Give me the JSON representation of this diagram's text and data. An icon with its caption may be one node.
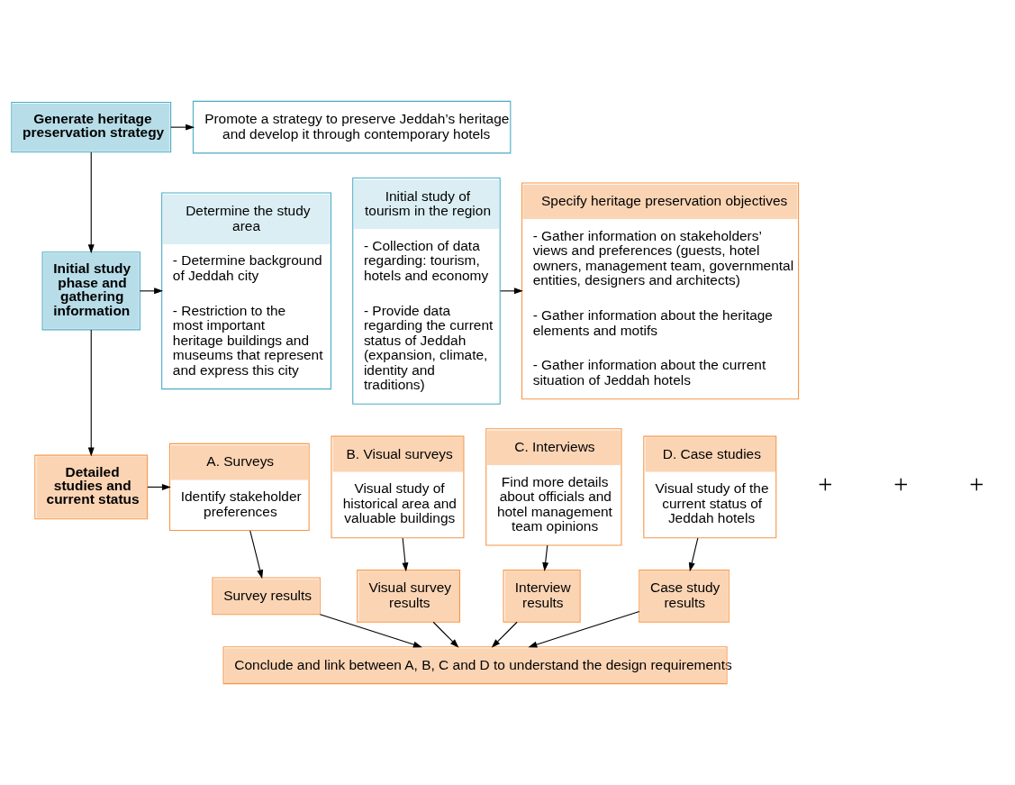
{
  "diagram": {
    "nodes": [
      {
        "text": [
          "Generate heritage preservation strategy"
        ]
      },
      {
        "text": [
          "Promote a strategy to preserve Jeddah’s heritage and develop it through contemporary hotels"
        ]
      },
      {
        "text": [
          "Initial study phase and gathering information"
        ]
      },
      {
        "text": [
          "Determine the study area",
          "- Determine background of Jeddah city",
          "- Restriction to the most important heritage buildings and museums that represent and express this city"
        ]
      },
      {
        "text": [
          "Initial study of tourism in the region",
          "- Collection of data regarding: tourism, hotels and economy",
          "- Provide data regarding the current status of Jeddah (expansion, climate, identity and traditions)"
        ]
      },
      {
        "text": [
          "Specify heritage preservation objectives",
          "- Gather information on stakeholders’ views and preferences (guests, hotel owners, management team, governmental entities, designers and architects)",
          "- Gather information about the heritage elements and motifs",
          "- Gather information about the current situation of Jeddah hotels"
        ]
      },
      {
        "text": [
          "Detailed studies and current status"
        ]
      },
      {
        "text": [
          "A. Surveys",
          "Identify stakeholder preferences"
        ]
      },
      {
        "text": [
          "B. Visual surveys",
          "Visual study of historical area and valuable buildings"
        ]
      },
      {
        "text": [
          "C. Interviews",
          "Find more details about officials and hotel management team opinions"
        ]
      },
      {
        "text": [
          "D. Case studies",
          "Visual study of the current status of Jeddah hotels"
        ]
      },
      {
        "text": [
          "Survey results"
        ]
      },
      {
        "text": [
          "Visual survey results"
        ]
      },
      {
        "text": [
          "Interview results"
        ]
      },
      {
        "text": [
          "Case study results"
        ]
      },
      {
        "text": [
          "Conclude and link between A, B, C and D to understand the design requirements"
        ]
      }
    ],
    "edges": [
      {
        "from": 0,
        "to": 1,
        "arrow": "to"
      },
      {
        "from": 0,
        "to": 2,
        "arrow": "to"
      },
      {
        "from": 2,
        "to": 3,
        "arrow": "to"
      },
      {
        "from": 4,
        "to": 5,
        "arrow": "to"
      },
      {
        "from": 2,
        "to": 6,
        "arrow": "to"
      },
      {
        "from": 6,
        "to": 7,
        "arrow": "to"
      },
      {
        "from": 7,
        "to": 11,
        "arrow": "to"
      },
      {
        "from": 8,
        "to": 12,
        "arrow": "to"
      },
      {
        "from": 9,
        "to": 13,
        "arrow": "to"
      },
      {
        "from": 10,
        "to": 14,
        "arrow": "to"
      },
      {
        "from": 11,
        "to": 15,
        "arrow": "to"
      },
      {
        "from": 12,
        "to": 15,
        "arrow": "to"
      },
      {
        "from": 13,
        "to": 15,
        "arrow": "to"
      },
      {
        "from": 14,
        "to": 15,
        "arrow": "to"
      }
    ],
    "labels": [
      "+",
      "+",
      "+"
    ]
  }
}
